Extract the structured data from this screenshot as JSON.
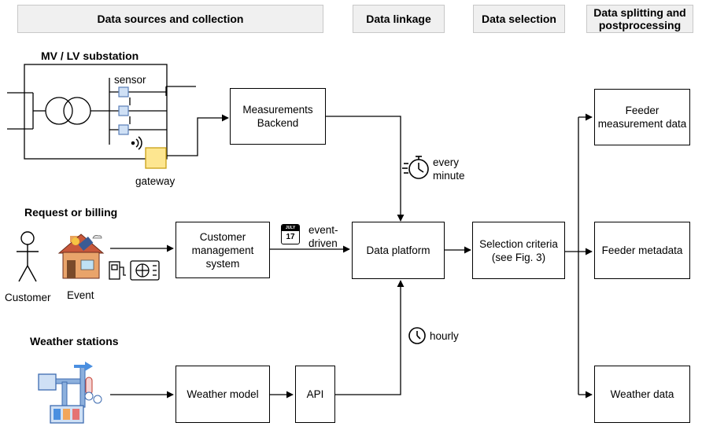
{
  "headers": {
    "sources": "Data sources and collection",
    "linkage": "Data linkage",
    "selection": "Data selection",
    "splitting": "Data splitting and postprocessing"
  },
  "sections": {
    "substation": "MV / LV substation",
    "request": "Request or billing",
    "weather_stations": "Weather stations"
  },
  "labels": {
    "sensor": "sensor",
    "gateway": "gateway",
    "customer": "Customer",
    "event": "Event",
    "every_minute": "every minute",
    "event_driven": "event-driven",
    "hourly": "hourly",
    "calendar_month": "JULY",
    "calendar_day": "17"
  },
  "boxes": {
    "measurements_backend": "Measurements Backend",
    "customer_management": "Customer management system",
    "data_platform": "Data platform",
    "selection_criteria": "Selection criteria (see Fig. 3)",
    "weather_model": "Weather model",
    "api": "API",
    "feeder_measurement": "Feeder measurement data",
    "feeder_metadata": "Feeder metadata",
    "weather_data": "Weather data"
  }
}
